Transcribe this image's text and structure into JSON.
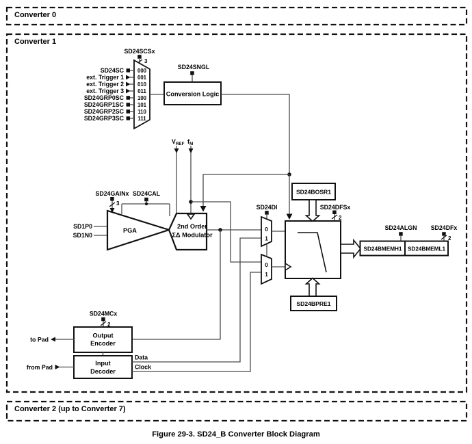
{
  "converters": {
    "c0": "Converter 0",
    "c1": "Converter 1",
    "c2": "Converter 2 (up to Converter 7)"
  },
  "caption": "Figure 29-3. SD24_B Converter Block Diagram",
  "mux_inputs": [
    {
      "label": "SD24SC",
      "code": "000"
    },
    {
      "label": "ext. Trigger 1",
      "code": "001"
    },
    {
      "label": "ext. Trigger 2",
      "code": "010"
    },
    {
      "label": "ext. Trigger 3",
      "code": "011"
    },
    {
      "label": "SD24GRP0SC",
      "code": "100"
    },
    {
      "label": "SD24GRP1SC",
      "code": "101"
    },
    {
      "label": "SD24GRP2SC",
      "code": "110"
    },
    {
      "label": "SD24GRP3SC",
      "code": "111"
    }
  ],
  "signals": {
    "scs": "SD24SCSx",
    "scs_width": "3",
    "sngl": "SD24SNGL",
    "vref_base": "V",
    "vref_sub": "REF",
    "fm_base": "f",
    "fm_sub": "M",
    "gain": "SD24GAINx",
    "gain_width": "3",
    "cal": "SD24CAL",
    "in_p": "SD1P0",
    "in_n": "SD1N0",
    "di": "SD24DI",
    "dfs": "SD24DFSx",
    "dfs_width": "2",
    "algn": "SD24ALGN",
    "df": "SD24DFx",
    "df_width": "2",
    "mc": "SD24MCx",
    "mc_width": "2",
    "to_pad": "to Pad",
    "from_pad": "from Pad",
    "data": "Data",
    "clock": "Clock",
    "sel0": "0",
    "sel1": "1"
  },
  "blocks": {
    "conversion_logic": "Conversion Logic",
    "pga": "PGA",
    "modulator_line1": "2nd Order",
    "modulator_line2": "ΣΔ Modulator",
    "bosr": "SD24BOSR1",
    "bpre": "SD24BPRE1",
    "memh": "SD24BMEMH1",
    "meml": "SD24BMEML1",
    "output_encoder_line1": "Output",
    "output_encoder_line2": "Encoder",
    "input_decoder_line1": "Input",
    "input_decoder_line2": "Decoder"
  },
  "colors": {
    "ink": "#111111",
    "wire": "#4a4a4a",
    "background": "#ffffff"
  }
}
